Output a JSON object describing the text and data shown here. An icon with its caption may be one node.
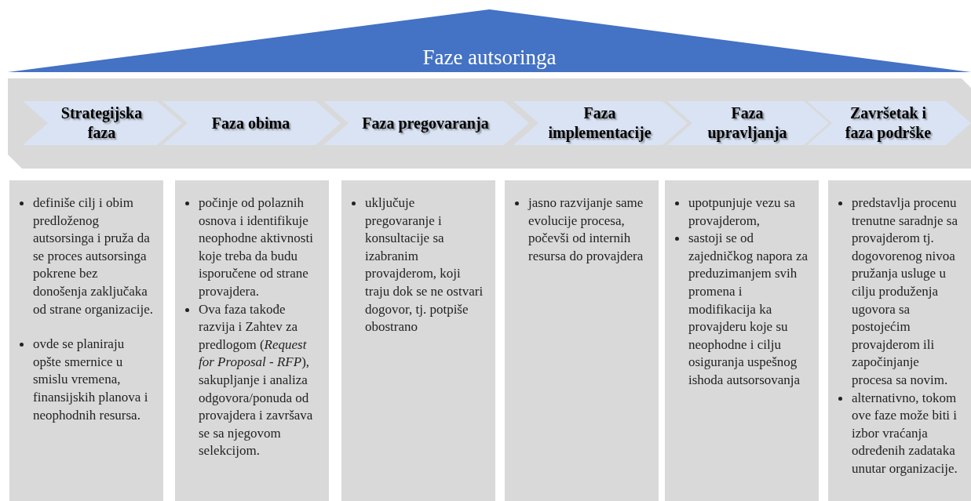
{
  "diagram": {
    "nodes": [
      {
        "text": [
          "Faze autsoringa"
        ]
      },
      {
        "text": [],
        "shape": "arrow"
      },
      {
        "text": [
          "Strategijska faza"
        ],
        "in": 1
      },
      {
        "text": [
          "Faza obima"
        ],
        "in": 1
      },
      {
        "text": [
          "Faza pregovaranja"
        ],
        "in": 1
      },
      {
        "text": [
          "Faza implementacije"
        ],
        "in": 1
      },
      {
        "text": [
          "Faza upravljanja"
        ],
        "in": 1
      },
      {
        "text": [
          "Završetak i faza podrške"
        ],
        "in": 1
      },
      {
        "text": [
          "definiše cilj i obim predloženog autsorsinga i pruža da se proces autsorsinga pokrene bez donošenja zaključaka od strane organizacije.",
          "ovde se planiraju opšte smernice u smislu vremena, finansijskih planova i neophodnih resursa."
        ]
      },
      {
        "text": [
          "počinje od polaznih osnova i identifikuje neophodne aktivnosti koje treba da budu isporučene od strane provajdera.",
          "Ova faza takođe razvija i Zahtev za predlogom (*Request for Proposal - RFP*), sakupljanje i analiza odgovora/ponuda od provajdera i završava se sa njegovom selekcijom."
        ]
      },
      {
        "text": [
          "uključuje pregovaranje i konsultacije sa izabranim provajderom, koji traju dok se ne ostvari dogovor, tj. potpiše obostrano"
        ]
      },
      {
        "text": [
          "jasno razvijanje same evolucije procesa, počevši od internih resursa do provajdera"
        ]
      },
      {
        "text": [
          "upotpunjuje vezu sa provajderom,",
          "sastoji se od zajedničkog napora za preduzimanjem svih promena i modifikacija ka provajderu koje su neophodne i cilju osiguranja uspešnog ishoda autsorsovanja"
        ]
      },
      {
        "text": [
          "predstavlja procenu trenutne saradnje sa provajderom tj. dogovorenog nivoa pružanja usluge u cilju produženja ugovora sa postojećim provajderom ili započinjanje procesa sa novim.",
          "alternativno, tokom ove faze može biti i izbor vraćanja određenih zadataka unutar organizacije."
        ]
      }
    ],
    "edges": []
  }
}
